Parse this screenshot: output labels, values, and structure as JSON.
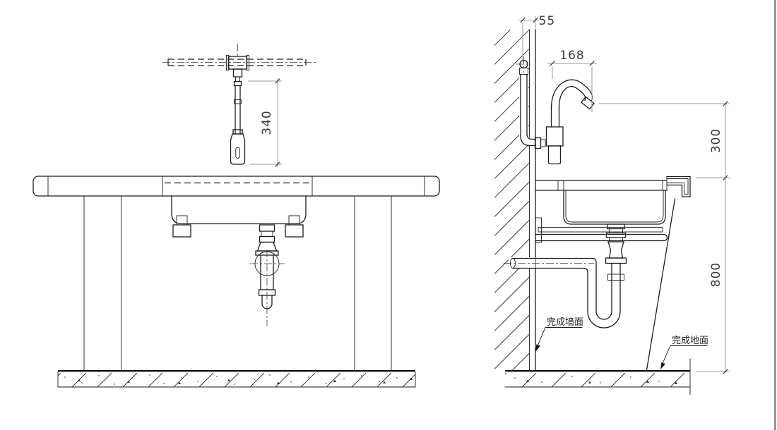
{
  "colors": {
    "line": "#1c1c1c",
    "dimension_line": "#9a9a9a",
    "dimension_text": "#3a3a3a",
    "background": "#ffffff",
    "frame_border": "#787878"
  },
  "front_view": {
    "faucet_height_dim": "340"
  },
  "side_view": {
    "wall_pipe_offset_dim": "55",
    "spout_reach_dim": "168",
    "spout_height_dim": "300",
    "counter_height_dim": "800",
    "finished_wall_label": "完成墙面",
    "finished_floor_label": "完成地面"
  }
}
